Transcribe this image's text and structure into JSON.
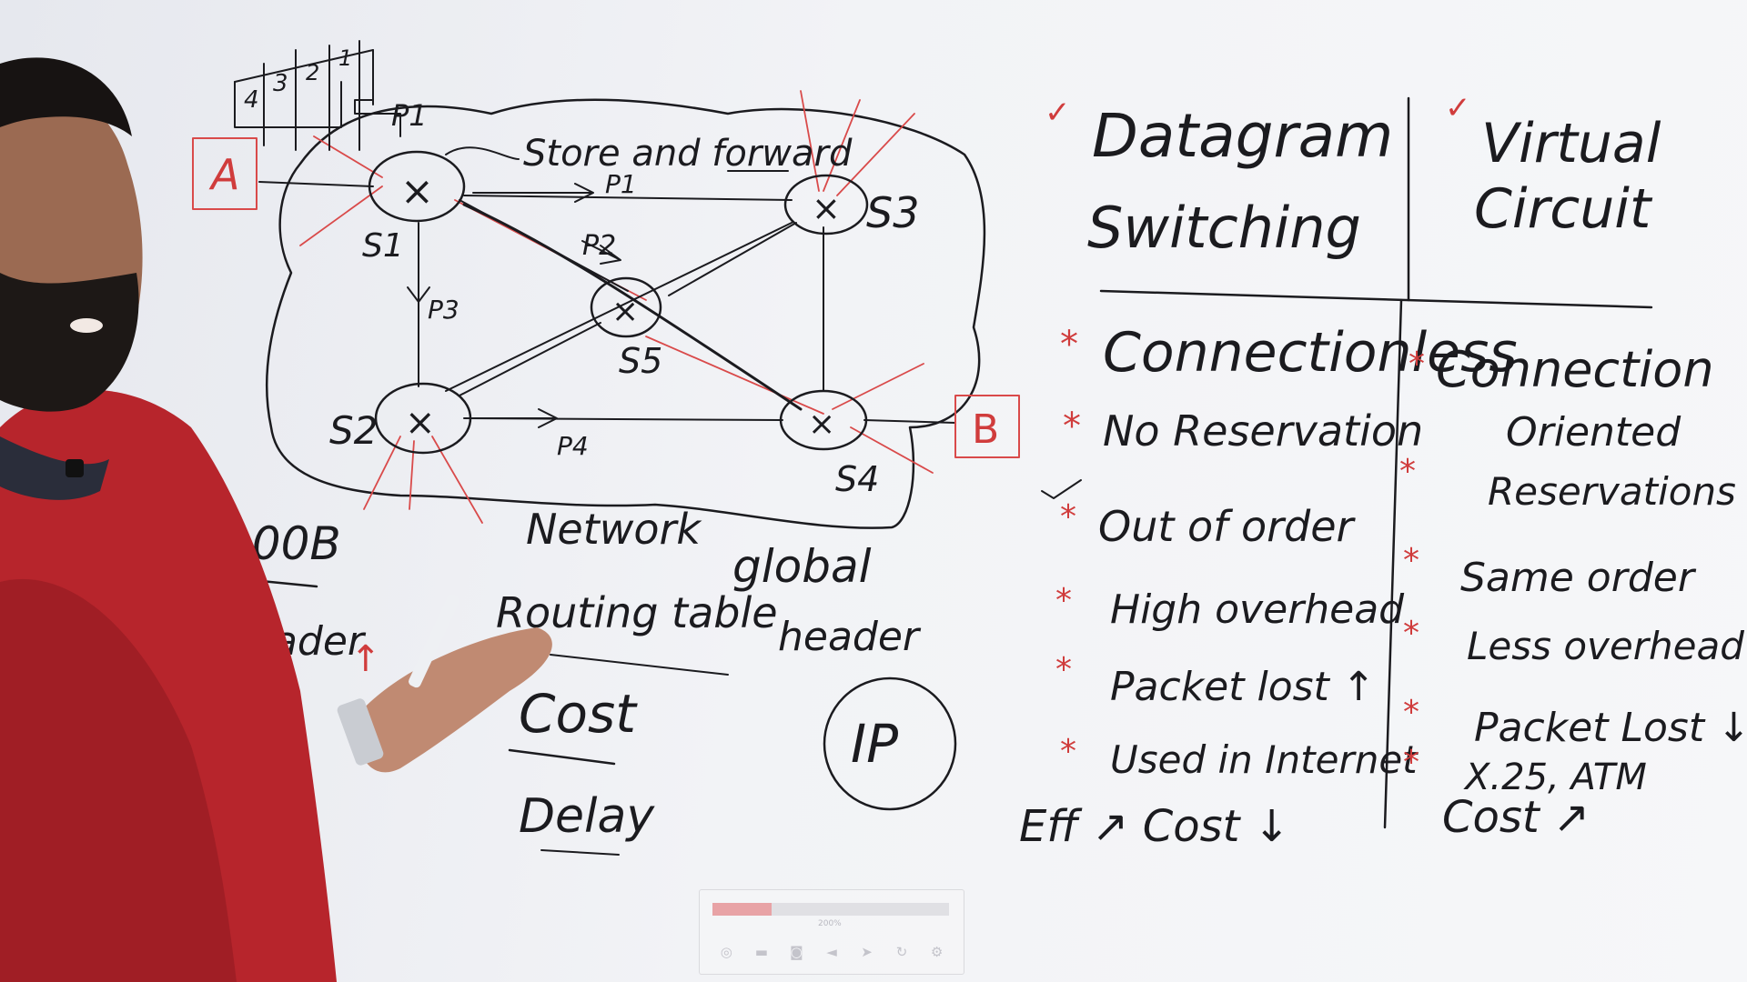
{
  "diagram": {
    "nodes": {
      "A": "A",
      "B": "B",
      "S1": "S1",
      "S2": "S2",
      "S3": "S3",
      "S4": "S4",
      "S5": "S5",
      "switch_mark": "×"
    },
    "packet_labels": {
      "p1": "P1",
      "p2": "P2",
      "p3": "P3",
      "p4": "P4",
      "p_top": "P1"
    },
    "packet_numbers": [
      "4",
      "3",
      "2",
      "1"
    ],
    "note_store_forward": "Store and forward",
    "note_network": "Network",
    "note_100b": "100B",
    "note_header": "header",
    "note_header_arrow": "↑",
    "note_routing_table": "Routing table",
    "note_cost": "Cost",
    "note_delay": "Delay",
    "note_global": "global",
    "note_global_header": "header",
    "note_ip": "IP"
  },
  "comparison": {
    "tick": "✓",
    "bullet": "*",
    "left_title": [
      "Datagram",
      "Switching"
    ],
    "right_title": [
      "Virtual",
      "Circuit"
    ],
    "left_items": [
      "Connectionless",
      "No Reservation",
      "Out of order",
      "High overhead",
      "Packet lost ↑",
      "Used in Internet"
    ],
    "right_items": [
      "Connection",
      "Oriented",
      "Reservations",
      "Same order",
      "Less overhead",
      "Packet Lost ↓",
      "X.25, ATM"
    ],
    "left_footer": "Eff ↗ Cost ↓",
    "right_footer": "Cost ↗"
  },
  "player": {
    "zoom_label": "200%",
    "progress_fraction": 0.25
  },
  "colors": {
    "ink": "#1b1b1f",
    "marker_red": "#d94a4a",
    "shirt": "#b7252c"
  }
}
